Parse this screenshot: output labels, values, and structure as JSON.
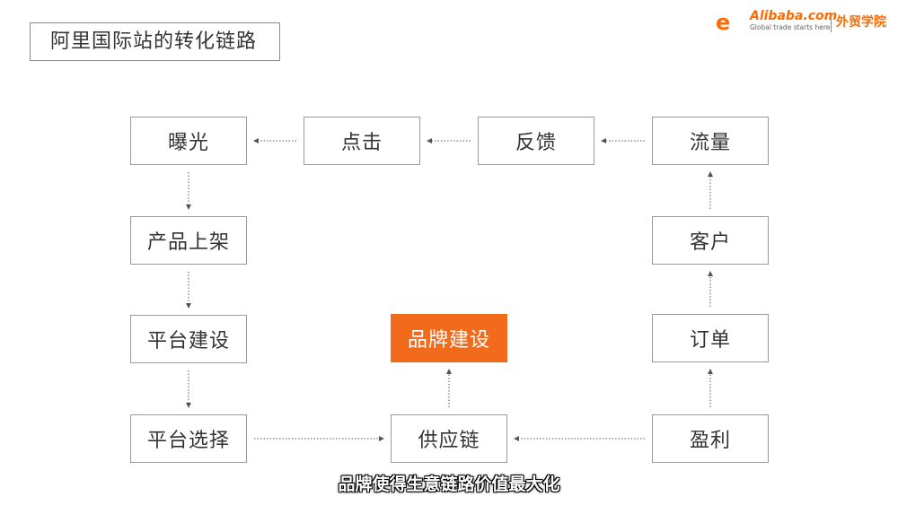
{
  "slide": {
    "title": "阿里国际站的转化链路",
    "subtitle": "品牌使得生意链路价值最大化"
  },
  "logo": {
    "mark": "e",
    "brand": "Alibaba.com",
    "tagline": "Global trade starts here",
    "academy": "外贸学院",
    "accent_color": "#ff6a00"
  },
  "nodes": {
    "exposure": "曝光",
    "click": "点击",
    "feedback": "反馈",
    "traffic": "流量",
    "product_listing": "产品上架",
    "customer": "客户",
    "platform_construction": "平台建设",
    "brand_construction": "品牌建设",
    "order": "订单",
    "platform_selection": "平台选择",
    "supply_chain": "供应链",
    "profit": "盈利"
  },
  "colors": {
    "highlight": "#f26b1d",
    "border": "#9a9a9a",
    "edge": "#555555"
  },
  "edges": [
    {
      "from": "traffic",
      "to": "feedback"
    },
    {
      "from": "feedback",
      "to": "click"
    },
    {
      "from": "click",
      "to": "exposure"
    },
    {
      "from": "exposure",
      "to": "product_listing"
    },
    {
      "from": "product_listing",
      "to": "platform_construction"
    },
    {
      "from": "platform_construction",
      "to": "platform_selection"
    },
    {
      "from": "platform_selection",
      "to": "supply_chain"
    },
    {
      "from": "profit",
      "to": "supply_chain"
    },
    {
      "from": "supply_chain",
      "to": "brand_construction"
    },
    {
      "from": "profit",
      "to": "order"
    },
    {
      "from": "order",
      "to": "customer"
    },
    {
      "from": "customer",
      "to": "traffic"
    }
  ]
}
